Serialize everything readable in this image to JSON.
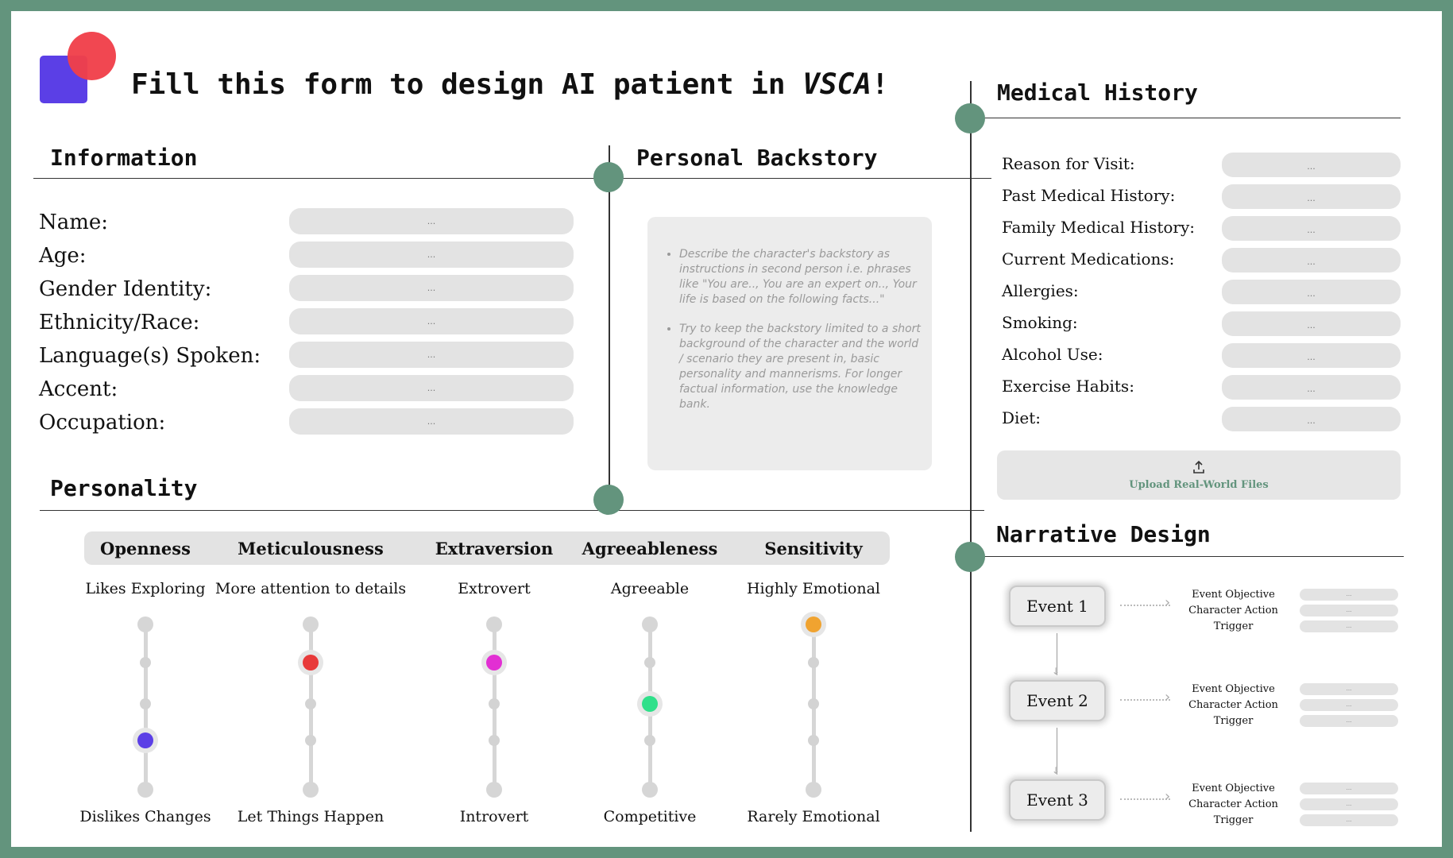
{
  "title": {
    "prefix": "Fill this form to design AI patient in ",
    "brand": "VSCA",
    "suffix": "!"
  },
  "sections": {
    "information": "Information",
    "backstory": "Personal Backstory",
    "personality": "Personality",
    "medical_history": "Medical History",
    "narrative_design": "Narrative Design"
  },
  "information_fields": [
    {
      "label": "Name:",
      "value": "..."
    },
    {
      "label": "Age:",
      "value": "..."
    },
    {
      "label": "Gender Identity:",
      "value": "..."
    },
    {
      "label": "Ethnicity/Race:",
      "value": "..."
    },
    {
      "label": "Language(s) Spoken:",
      "value": "..."
    },
    {
      "label": "Accent:",
      "value": "..."
    },
    {
      "label": "Occupation:",
      "value": "..."
    }
  ],
  "backstory": {
    "bullets": [
      "Describe the character's backstory as instructions in second person i.e. phrases like \"You are.., You are an expert on.., Your life is based on the following facts...\"",
      "Try to keep the backstory limited to a short background of the character and the world / scenario they are present in, basic personality and mannerisms. For longer factual information, use the knowledge bank."
    ]
  },
  "personality_traits": [
    {
      "name": "Openness",
      "top": "Likes Exploring",
      "bottom": "Dislikes Changes",
      "level": 0.25,
      "color": "#5b3fe6"
    },
    {
      "name": "Meticulousness",
      "top": "More attention to details",
      "bottom": "Let Things Happen",
      "level": 0.75,
      "color": "#e83a3a"
    },
    {
      "name": "Extraversion",
      "top": "Extrovert",
      "bottom": "Introvert",
      "level": 0.75,
      "color": "#e22fd3"
    },
    {
      "name": "Agreeableness",
      "top": "Agreeable",
      "bottom": "Competitive",
      "level": 0.5,
      "color": "#2fe08a"
    },
    {
      "name": "Sensitivity",
      "top": "Highly Emotional",
      "bottom": "Rarely Emotional",
      "level": 1.0,
      "color": "#f0a330"
    }
  ],
  "medical_fields": [
    {
      "label": "Reason for Visit:",
      "value": "..."
    },
    {
      "label": "Past Medical History:",
      "value": "..."
    },
    {
      "label": "Family Medical History:",
      "value": "..."
    },
    {
      "label": "Current Medications:",
      "value": "..."
    },
    {
      "label": "Allergies:",
      "value": "..."
    },
    {
      "label": "Smoking:",
      "value": "..."
    },
    {
      "label": "Alcohol Use:",
      "value": "..."
    },
    {
      "label": "Exercise Habits:",
      "value": "..."
    },
    {
      "label": "Diet:",
      "value": "..."
    }
  ],
  "upload": {
    "label": "Upload Real-World Files",
    "icon": "upload-icon"
  },
  "events": [
    {
      "label": "Event 1",
      "details": [
        "Event Objective",
        "Character Action",
        "Trigger"
      ],
      "values": [
        "...",
        "...",
        "..."
      ]
    },
    {
      "label": "Event 2",
      "details": [
        "Event Objective",
        "Character Action",
        "Trigger"
      ],
      "values": [
        "...",
        "...",
        "..."
      ]
    },
    {
      "label": "Event 3",
      "details": [
        "Event Objective",
        "Character Action",
        "Trigger"
      ],
      "values": [
        "...",
        "...",
        "..."
      ]
    }
  ],
  "colors": {
    "background": "#63947d",
    "accent": "#63947d",
    "logo_square": "#5b3fe6",
    "logo_circle": "#f0404a"
  }
}
